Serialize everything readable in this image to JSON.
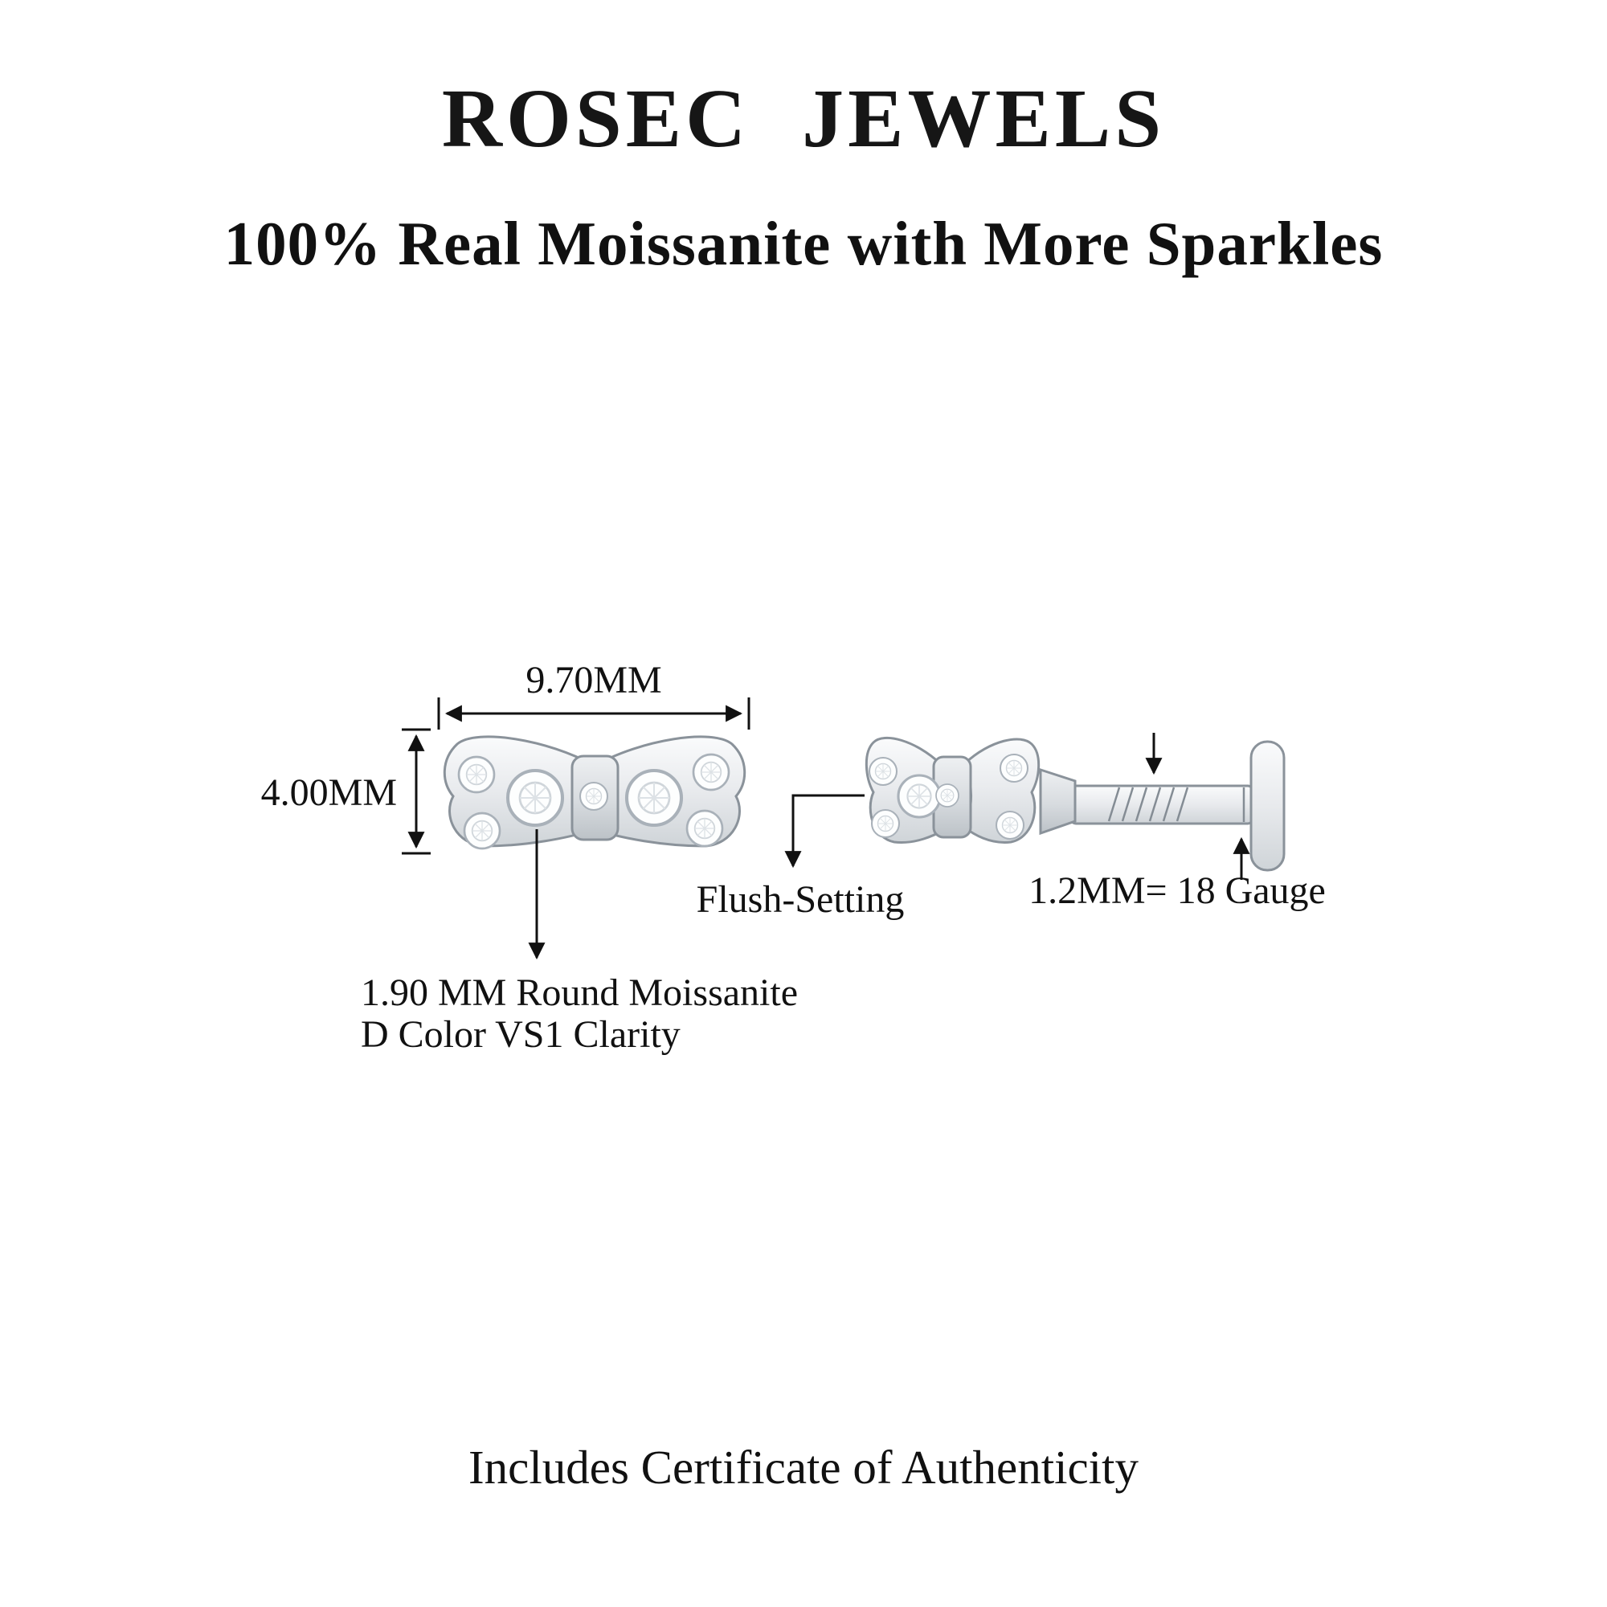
{
  "brand": {
    "title": "ROSEC JEWELS",
    "subtitle": "100% Real Moissanite with More Sparkles"
  },
  "dimensions": {
    "width": "9.70MM",
    "height": "4.00MM"
  },
  "callouts": {
    "stone_line1": "1.90 MM Round Moissanite",
    "stone_line2": "D Color VS1 Clarity",
    "flush": "Flush-Setting",
    "gauge": "1.2MM= 18 Gauge"
  },
  "footer": {
    "certificate": "Includes Certificate of Authenticity"
  },
  "colors": {
    "metal_light": "#fafbfc",
    "metal_mid": "#e8eaed",
    "metal_dark": "#cfd4d8",
    "line": "#111111"
  }
}
